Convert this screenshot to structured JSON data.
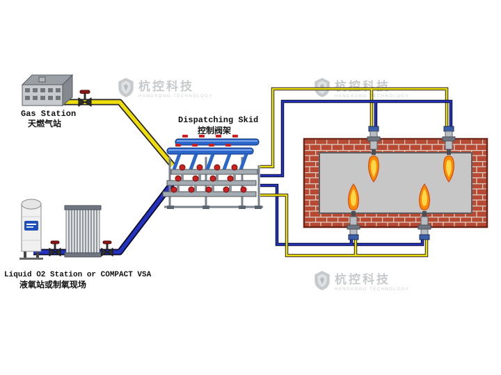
{
  "diagram": {
    "gas_station": {
      "label_en": "Gas Station",
      "label_cn": "天燃气站"
    },
    "dispatching_skid": {
      "label_en": "Dispatching Skid",
      "label_cn": "控制阀架"
    },
    "o2_station": {
      "label_en": "Liquid O2 Station or COMPACT VSA",
      "label_cn": "液氧站或制氧现场"
    }
  },
  "watermark": {
    "brand": "杭控科技",
    "subtitle": "HANGKONG TECHNOLOGY"
  },
  "colors": {
    "gas_pipe": "#efdd0b",
    "oxygen_pipe": "#2433c0",
    "skid_pipe": "#2a66cc",
    "valve_red": "#cc2020",
    "flame_outer": "#ff8704",
    "flame_inner": "#ffd84a",
    "brick": "#b84a33",
    "furnace_interior": "#c7c7c7"
  }
}
